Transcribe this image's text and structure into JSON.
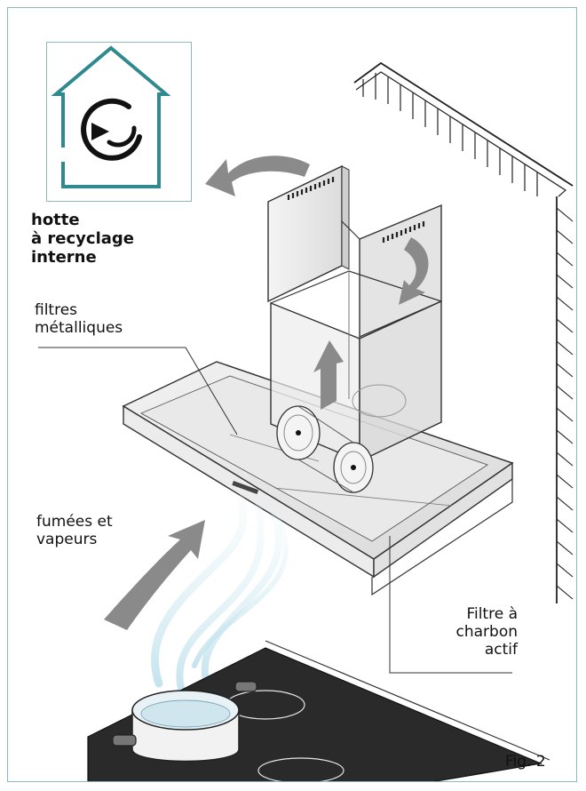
{
  "labels": {
    "title_lines": [
      "hotte",
      "à recyclage",
      "interne"
    ],
    "metal_filters_lines": [
      "filtres",
      "métalliques"
    ],
    "fumes_lines": [
      "fumées et",
      "vapeurs"
    ],
    "charcoal_lines": [
      "Filtre à",
      "charbon",
      "actif"
    ],
    "figure": "Fig. 2"
  },
  "icons": {
    "house": "house-recycle-icon"
  },
  "colors": {
    "frame": "#8fb8bd",
    "house_teal": "#2f8a8f",
    "arrow_gray": "#8a8a8a",
    "line": "#333333"
  }
}
